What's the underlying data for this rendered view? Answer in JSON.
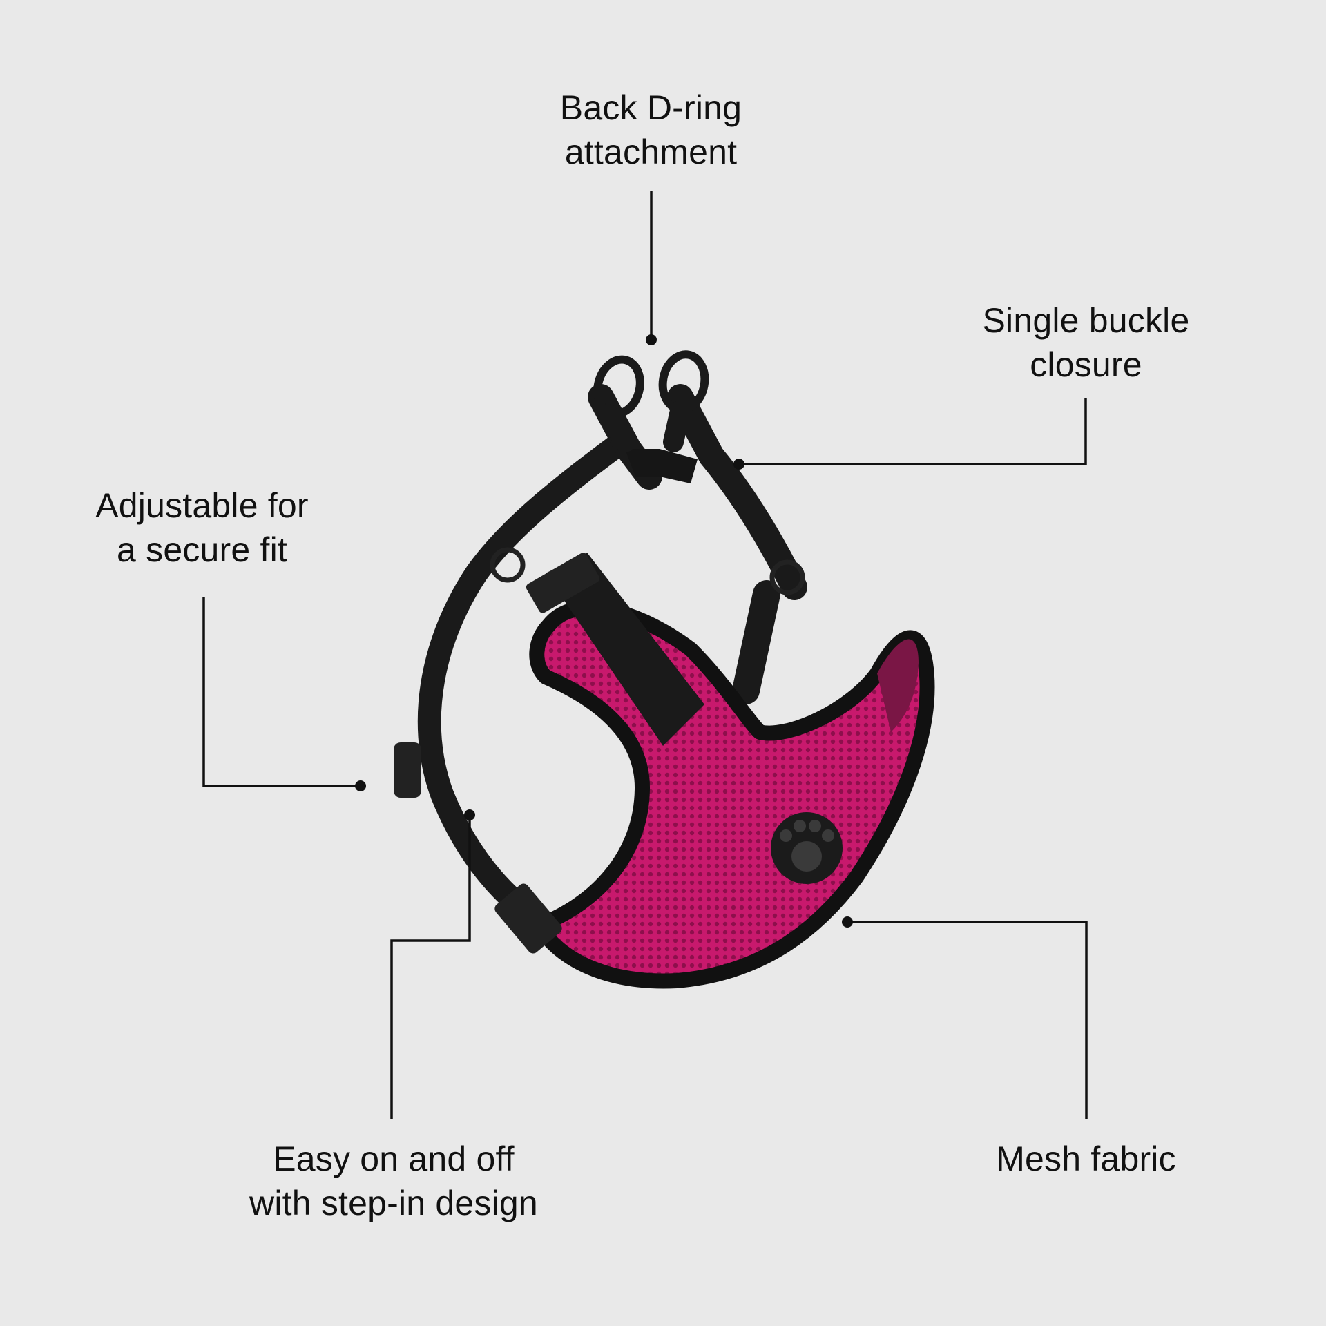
{
  "background_color": "#e9e9e9",
  "product_colors": {
    "mesh": "#c8196d",
    "trim": "#111111",
    "straps": "#1a1a1a"
  },
  "callouts": {
    "back_dring": {
      "line1": "Back D-ring",
      "line2": "attachment"
    },
    "single_buckle": {
      "line1": "Single buckle",
      "line2": "closure"
    },
    "adjustable": {
      "line1": "Adjustable for",
      "line2": "a secure fit"
    },
    "step_in": {
      "line1": "Easy on and off",
      "line2": "with step-in design"
    },
    "mesh_fabric": {
      "line1": "Mesh fabric"
    }
  }
}
